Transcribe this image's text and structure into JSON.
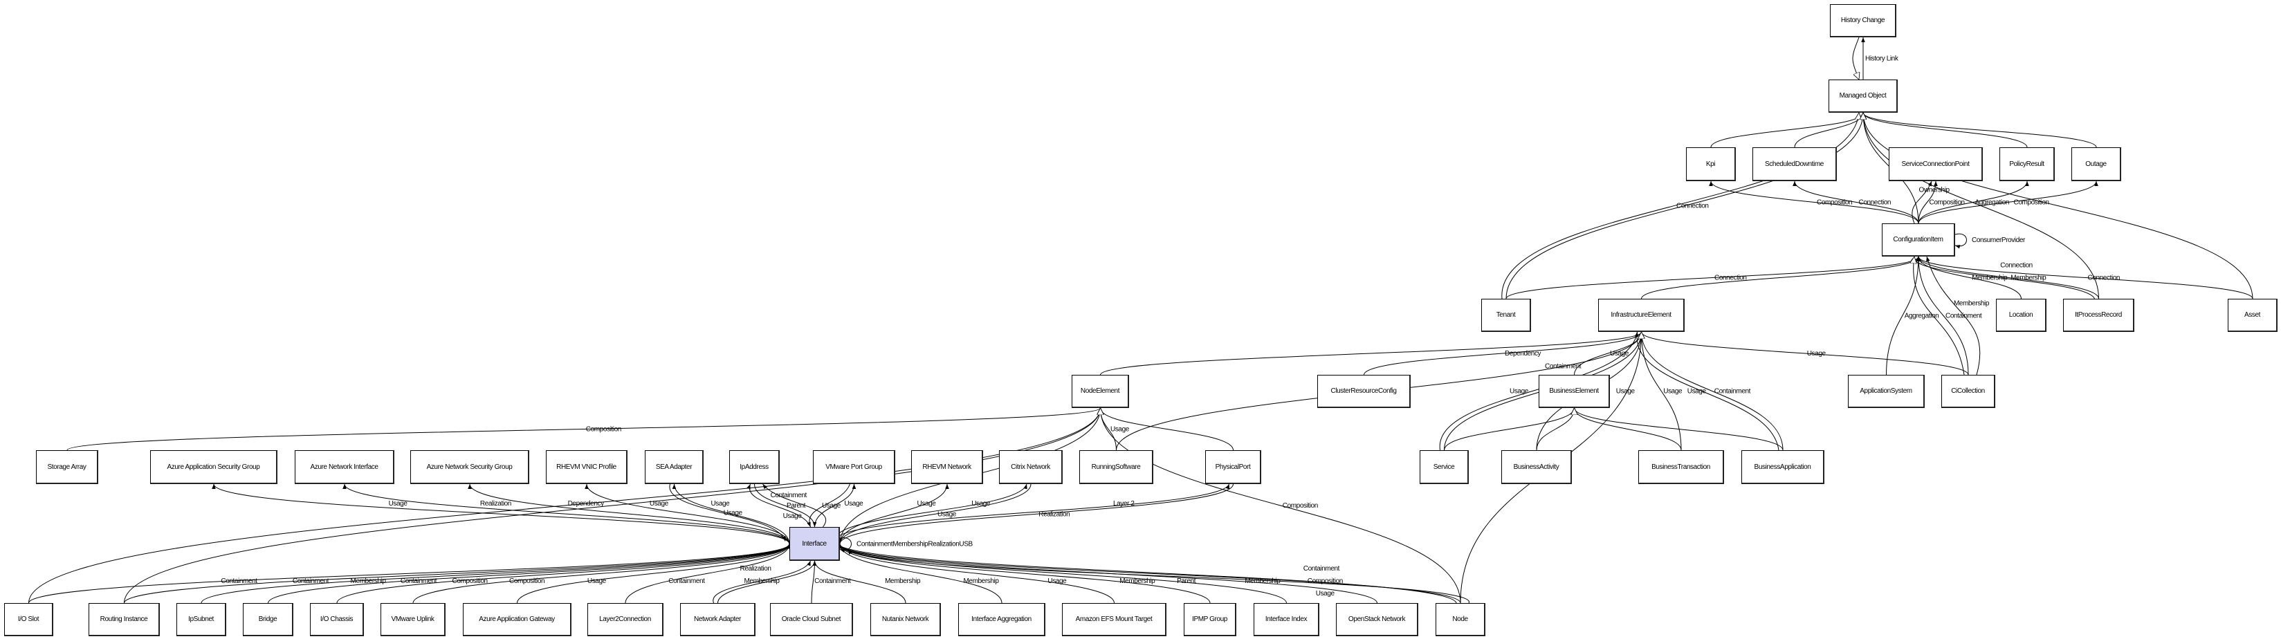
{
  "diagram": {
    "focus_node": "interface",
    "colors": {
      "focus_fill": "#d4d4f4",
      "line": "#000000",
      "box_fill": "#ffffff"
    },
    "nodes": [
      {
        "id": "history_change",
        "label": "History Change"
      },
      {
        "id": "managed_object",
        "label": "Managed Object"
      },
      {
        "id": "kpi",
        "label": "Kpi"
      },
      {
        "id": "scheduled_downtime",
        "label": "ScheduledDowntime"
      },
      {
        "id": "service_connection_point",
        "label": "ServiceConnectionPoint"
      },
      {
        "id": "policy_result",
        "label": "PolicyResult"
      },
      {
        "id": "outage",
        "label": "Outage"
      },
      {
        "id": "configuration_item",
        "label": "ConfigurationItem"
      },
      {
        "id": "tenant",
        "label": "Tenant"
      },
      {
        "id": "infrastructure_element",
        "label": "InfrastructureElement"
      },
      {
        "id": "location",
        "label": "Location"
      },
      {
        "id": "it_process_record",
        "label": "ItProcessRecord"
      },
      {
        "id": "asset",
        "label": "Asset"
      },
      {
        "id": "node_element",
        "label": "NodeElement"
      },
      {
        "id": "cluster_resource_config",
        "label": "ClusterResourceConfig"
      },
      {
        "id": "business_element",
        "label": "BusinessElement"
      },
      {
        "id": "application_system",
        "label": "ApplicationSystem"
      },
      {
        "id": "ci_collection",
        "label": "CiCollection"
      },
      {
        "id": "storage_array",
        "label": "Storage Array"
      },
      {
        "id": "azure_asg",
        "label": "Azure Application Security Group"
      },
      {
        "id": "azure_ni",
        "label": "Azure Network Interface"
      },
      {
        "id": "azure_nsg",
        "label": "Azure Network Security Group"
      },
      {
        "id": "rhevm_vnic",
        "label": "RHEVM VNIC Profile"
      },
      {
        "id": "sea_adapter",
        "label": "SEA Adapter"
      },
      {
        "id": "ip_address",
        "label": "IpAddress"
      },
      {
        "id": "vmware_port_group",
        "label": "VMware Port Group"
      },
      {
        "id": "rhevm_network",
        "label": "RHEVM Network"
      },
      {
        "id": "citrix_network",
        "label": "Citrix Network"
      },
      {
        "id": "running_software",
        "label": "RunningSoftware"
      },
      {
        "id": "physical_port",
        "label": "PhysicalPort"
      },
      {
        "id": "service",
        "label": "Service"
      },
      {
        "id": "business_activity",
        "label": "BusinessActivity"
      },
      {
        "id": "business_transaction",
        "label": "BusinessTransaction"
      },
      {
        "id": "business_application",
        "label": "BusinessApplication"
      },
      {
        "id": "interface",
        "label": "Interface"
      },
      {
        "id": "io_slot",
        "label": "I/O Slot"
      },
      {
        "id": "routing_instance",
        "label": "Routing Instance"
      },
      {
        "id": "ip_subnet",
        "label": "IpSubnet"
      },
      {
        "id": "bridge",
        "label": "Bridge"
      },
      {
        "id": "io_chassis",
        "label": "I/O Chassis"
      },
      {
        "id": "vmware_uplink",
        "label": "VMware Uplink"
      },
      {
        "id": "azure_app_gateway",
        "label": "Azure Application Gateway"
      },
      {
        "id": "layer2_connection",
        "label": "Layer2Connection"
      },
      {
        "id": "network_adapter",
        "label": "Network Adapter"
      },
      {
        "id": "oracle_cloud_subnet",
        "label": "Oracle Cloud Subnet"
      },
      {
        "id": "nutanix_network",
        "label": "Nutanix Network"
      },
      {
        "id": "interface_aggregation",
        "label": "Interface Aggregation"
      },
      {
        "id": "amazon_efs",
        "label": "Amazon EFS Mount Target"
      },
      {
        "id": "ipmp_group",
        "label": "IPMP Group"
      },
      {
        "id": "interface_index",
        "label": "Interface Index"
      },
      {
        "id": "openstack_network",
        "label": "OpenStack Network"
      },
      {
        "id": "node",
        "label": "Node"
      }
    ],
    "edges": [
      {
        "from": "managed_object",
        "to": "history_change",
        "label": "History Link",
        "kind": "assoc"
      },
      {
        "from": "history_change",
        "to": "managed_object",
        "label": "",
        "kind": "gen"
      },
      {
        "from": "kpi",
        "to": "managed_object",
        "label": "",
        "kind": "gen"
      },
      {
        "from": "scheduled_downtime",
        "to": "managed_object",
        "label": "",
        "kind": "gen"
      },
      {
        "from": "configuration_item",
        "to": "managed_object",
        "label": "",
        "kind": "gen"
      },
      {
        "from": "policy_result",
        "to": "managed_object",
        "label": "",
        "kind": "gen"
      },
      {
        "from": "outage",
        "to": "managed_object",
        "label": "",
        "kind": "gen"
      },
      {
        "from": "tenant",
        "to": "managed_object",
        "label": "",
        "kind": "gen"
      },
      {
        "from": "tenant",
        "to": "managed_object",
        "label": "Connection",
        "kind": "gen"
      },
      {
        "from": "it_process_record",
        "to": "managed_object",
        "label": "",
        "kind": "gen"
      },
      {
        "from": "asset",
        "to": "managed_object",
        "label": "",
        "kind": "gen"
      },
      {
        "from": "configuration_item",
        "to": "kpi",
        "label": "Composition",
        "kind": "assoc"
      },
      {
        "from": "configuration_item",
        "to": "scheduled_downtime",
        "label": "Connection",
        "kind": "assoc"
      },
      {
        "from": "configuration_item",
        "to": "service_connection_point",
        "label": "Composition",
        "kind": "assoc"
      },
      {
        "from": "configuration_item",
        "to": "service_connection_point",
        "label": "Ownership",
        "kind": "assoc"
      },
      {
        "from": "configuration_item",
        "to": "policy_result",
        "label": "Aggregation",
        "kind": "assoc"
      },
      {
        "from": "configuration_item",
        "to": "outage",
        "label": "Composition",
        "kind": "assoc"
      },
      {
        "from": "configuration_item",
        "to": "configuration_item",
        "label": "ConsumerProvider",
        "kind": "self"
      },
      {
        "from": "tenant",
        "to": "configuration_item",
        "label": "Connection",
        "kind": "assoc"
      },
      {
        "from": "infrastructure_element",
        "to": "configuration_item",
        "label": "",
        "kind": "gen"
      },
      {
        "from": "location",
        "to": "configuration_item",
        "label": "Membership",
        "kind": "assoc"
      },
      {
        "from": "it_process_record",
        "to": "configuration_item",
        "label": "Membership",
        "kind": "assoc"
      },
      {
        "from": "it_process_record",
        "to": "configuration_item",
        "label": "Connection",
        "kind": "assoc"
      },
      {
        "from": "asset",
        "to": "configuration_item",
        "label": "Connection",
        "kind": "assoc"
      },
      {
        "from": "application_system",
        "to": "configuration_item",
        "label": "Aggregation",
        "kind": "assoc"
      },
      {
        "from": "ci_collection",
        "to": "configuration_item",
        "label": "Containment",
        "kind": "assoc"
      },
      {
        "from": "ci_collection",
        "to": "configuration_item",
        "label": "",
        "kind": "gen"
      },
      {
        "from": "ci_collection",
        "to": "configuration_item",
        "label": "Membership",
        "kind": "assoc"
      },
      {
        "from": "node_element",
        "to": "infrastructure_element",
        "label": "",
        "kind": "gen"
      },
      {
        "from": "cluster_resource_config",
        "to": "infrastructure_element",
        "label": "Dependency",
        "kind": "assoc"
      },
      {
        "from": "service",
        "to": "infrastructure_element",
        "label": "Containment",
        "kind": "assoc"
      },
      {
        "from": "service",
        "to": "infrastructure_element",
        "label": "Usage",
        "kind": "assoc"
      },
      {
        "from": "business_activity",
        "to": "infrastructure_element",
        "label": "Usage",
        "kind": "assoc"
      },
      {
        "from": "business_element",
        "to": "infrastructure_element",
        "label": "Usage",
        "kind": "assoc"
      },
      {
        "from": "business_transaction",
        "to": "infrastructure_element",
        "label": "Usage",
        "kind": "assoc"
      },
      {
        "from": "business_application",
        "to": "infrastructure_element",
        "label": "Containment",
        "kind": "assoc"
      },
      {
        "from": "business_application",
        "to": "infrastructure_element",
        "label": "Usage",
        "kind": "assoc"
      },
      {
        "from": "ci_collection",
        "to": "infrastructure_element",
        "label": "Usage",
        "kind": "assoc"
      },
      {
        "from": "running_software",
        "to": "infrastructure_element",
        "label": "",
        "kind": "assoc"
      },
      {
        "from": "node",
        "to": "infrastructure_element",
        "label": "",
        "kind": "gen"
      },
      {
        "from": "service",
        "to": "business_element",
        "label": "",
        "kind": "gen"
      },
      {
        "from": "business_activity",
        "to": "business_element",
        "label": "",
        "kind": "gen"
      },
      {
        "from": "business_transaction",
        "to": "business_element",
        "label": "",
        "kind": "gen"
      },
      {
        "from": "business_application",
        "to": "business_element",
        "label": "",
        "kind": "gen"
      },
      {
        "from": "running_software",
        "to": "node_element",
        "label": "Usage",
        "kind": "assoc"
      },
      {
        "from": "physical_port",
        "to": "node_element",
        "label": "",
        "kind": "gen"
      },
      {
        "from": "node",
        "to": "node_element",
        "label": "Composition",
        "kind": "assoc"
      },
      {
        "from": "interface",
        "to": "node_element",
        "label": "",
        "kind": "gen"
      },
      {
        "from": "storage_array",
        "to": "node_element",
        "label": "Composition",
        "kind": "gen"
      },
      {
        "from": "io_slot",
        "to": "node_element",
        "label": "",
        "kind": "gen"
      },
      {
        "from": "routing_instance",
        "to": "node_element",
        "label": "",
        "kind": "gen"
      },
      {
        "from": "interface",
        "to": "azure_asg",
        "label": "Usage",
        "kind": "assoc"
      },
      {
        "from": "interface",
        "to": "azure_ni",
        "label": "Realization",
        "kind": "assoc"
      },
      {
        "from": "interface",
        "to": "azure_nsg",
        "label": "Dependency",
        "kind": "assoc"
      },
      {
        "from": "interface",
        "to": "rhevm_vnic",
        "label": "Usage",
        "kind": "assoc"
      },
      {
        "from": "interface",
        "to": "sea_adapter",
        "label": "Usage",
        "kind": "assoc"
      },
      {
        "from": "sea_adapter",
        "to": "interface",
        "label": "Usage",
        "kind": "assoc"
      },
      {
        "from": "ip_address",
        "to": "interface",
        "label": "Parent",
        "kind": "assoc"
      },
      {
        "from": "interface",
        "to": "ip_address",
        "label": "Containment",
        "kind": "assoc"
      },
      {
        "from": "interface",
        "to": "ip_address",
        "label": "Usage",
        "kind": "assoc"
      },
      {
        "from": "interface",
        "to": "vmware_port_group",
        "label": "Usage",
        "kind": "assoc"
      },
      {
        "from": "vmware_port_group",
        "to": "interface",
        "label": "Usage",
        "kind": "assoc"
      },
      {
        "from": "interface",
        "to": "rhevm_network",
        "label": "Usage",
        "kind": "assoc"
      },
      {
        "from": "citrix_network",
        "to": "interface",
        "label": "Usage",
        "kind": "assoc"
      },
      {
        "from": "interface",
        "to": "citrix_network",
        "label": "Usage",
        "kind": "assoc"
      },
      {
        "from": "physical_port",
        "to": "interface",
        "label": "Realization",
        "kind": "assoc"
      },
      {
        "from": "interface",
        "to": "physical_port",
        "label": "Layer 2",
        "kind": "assoc"
      },
      {
        "from": "interface",
        "to": "interface",
        "label": "ContainmentMembershipRealizationUSB",
        "kind": "self"
      },
      {
        "from": "io_slot",
        "to": "interface",
        "label": "Containment",
        "kind": "assoc"
      },
      {
        "from": "routing_instance",
        "to": "interface",
        "label": "Containment",
        "kind": "assoc"
      },
      {
        "from": "ip_subnet",
        "to": "interface",
        "label": "Membership",
        "kind": "assoc"
      },
      {
        "from": "bridge",
        "to": "interface",
        "label": "Containment",
        "kind": "assoc"
      },
      {
        "from": "io_chassis",
        "to": "interface",
        "label": "Composition",
        "kind": "assoc"
      },
      {
        "from": "vmware_uplink",
        "to": "interface",
        "label": "Composition",
        "kind": "assoc"
      },
      {
        "from": "azure_app_gateway",
        "to": "interface",
        "label": "Usage",
        "kind": "assoc"
      },
      {
        "from": "layer2_connection",
        "to": "interface",
        "label": "Containment",
        "kind": "assoc"
      },
      {
        "from": "network_adapter",
        "to": "interface",
        "label": "Membership",
        "kind": "assoc"
      },
      {
        "from": "network_adapter",
        "to": "interface",
        "label": "Realization",
        "kind": "assoc"
      },
      {
        "from": "oracle_cloud_subnet",
        "to": "interface",
        "label": "Containment",
        "kind": "assoc"
      },
      {
        "from": "nutanix_network",
        "to": "interface",
        "label": "Membership",
        "kind": "assoc"
      },
      {
        "from": "interface_aggregation",
        "to": "interface",
        "label": "Membership",
        "kind": "assoc"
      },
      {
        "from": "amazon_efs",
        "to": "interface",
        "label": "Usage",
        "kind": "assoc"
      },
      {
        "from": "ipmp_group",
        "to": "interface",
        "label": "Membership",
        "kind": "assoc"
      },
      {
        "from": "interface_index",
        "to": "interface",
        "label": "Parent",
        "kind": "assoc"
      },
      {
        "from": "openstack_network",
        "to": "interface",
        "label": "Membership",
        "kind": "assoc"
      },
      {
        "from": "node",
        "to": "interface",
        "label": "Composition",
        "kind": "assoc"
      },
      {
        "from": "node",
        "to": "interface",
        "label": "Containment",
        "kind": "assoc"
      },
      {
        "from": "node",
        "to": "interface",
        "label": "Usage",
        "kind": "assoc"
      }
    ]
  }
}
